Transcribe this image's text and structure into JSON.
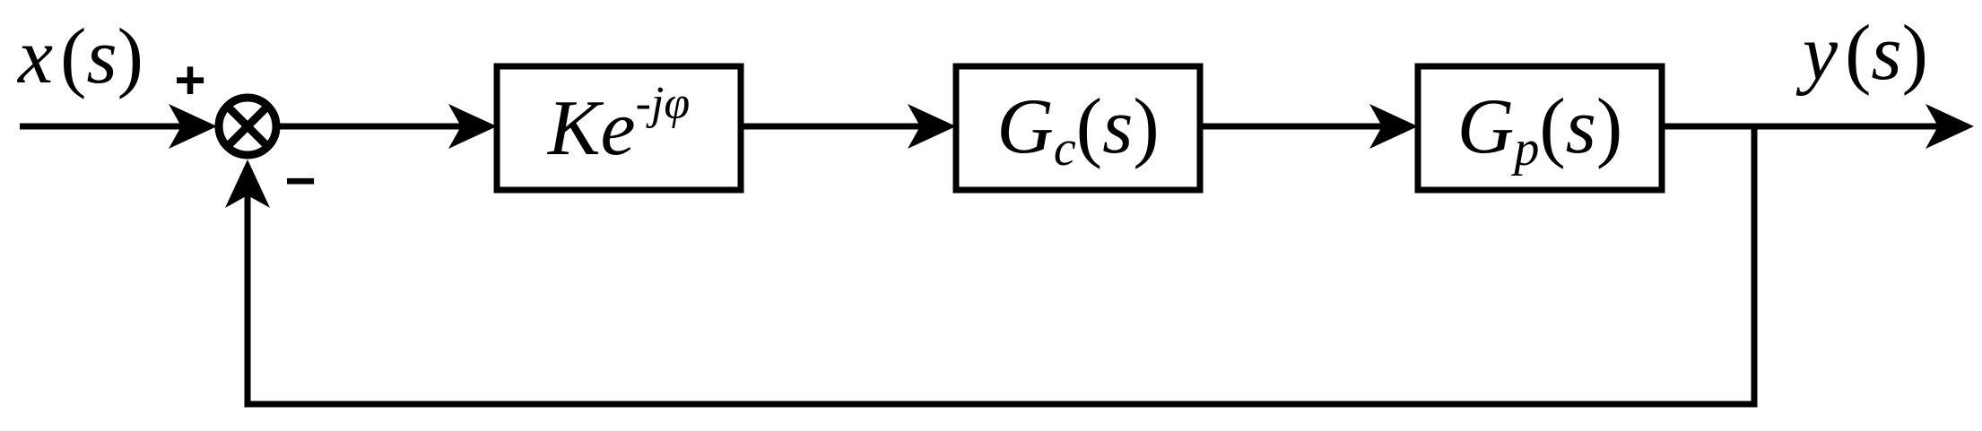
{
  "diagram": {
    "input": {
      "var": "x",
      "lp": "(",
      "arg": "s",
      "rp": ")"
    },
    "output": {
      "var": "y",
      "lp": "(",
      "arg": "s",
      "rp": ")"
    },
    "summing_junction": {
      "plus_sign": "+",
      "minus_sign": "−"
    },
    "blocks": [
      {
        "base": "Ke",
        "superscript": "-jφ"
      },
      {
        "base": "G",
        "subscript": "c",
        "lp": "(",
        "arg": "s",
        "rp": ")"
      },
      {
        "base": "G",
        "subscript": "p",
        "lp": "(",
        "arg": "s",
        "rp": ")"
      }
    ]
  }
}
